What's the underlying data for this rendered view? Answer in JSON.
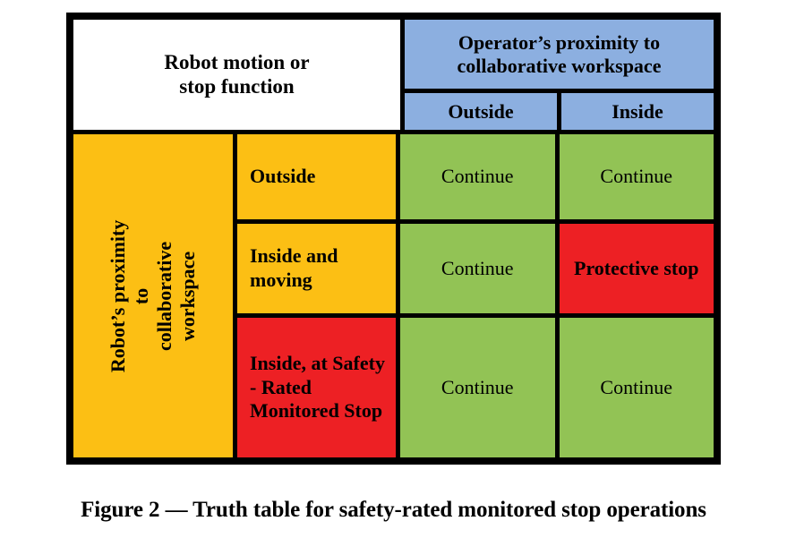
{
  "figure": {
    "caption": "Figure 2 — Truth table for safety-rated monitored stop operations"
  },
  "table": {
    "corner_label": "Robot motion or\nstop function",
    "column_group_header": "Operator’s proximity to\ncollaborative workspace",
    "column_headers": [
      "Outside",
      "Inside"
    ],
    "row_group_header": "Robot’s proximity to\ncollaborative workspace",
    "row_headers": [
      "Outside",
      "Inside and moving",
      "Inside, at Safety - Rated Monitored Stop"
    ],
    "cells": [
      [
        "Continue",
        "Continue"
      ],
      [
        "Continue",
        "Protective stop"
      ],
      [
        "Continue",
        "Continue"
      ]
    ],
    "colors": {
      "header_blue": "#8cafe0",
      "amber": "#fcbf14",
      "green": "#92c355",
      "red": "#ed2024",
      "grid": "#000000",
      "white": "#ffffff"
    }
  }
}
